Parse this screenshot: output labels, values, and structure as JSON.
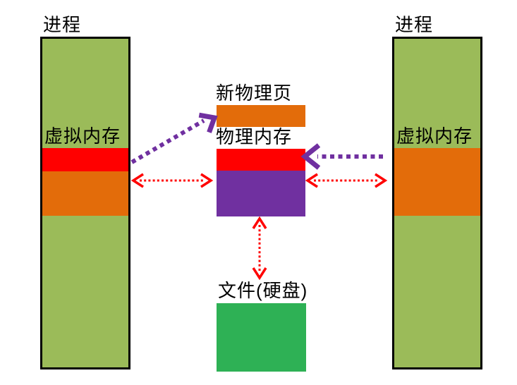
{
  "left_process": {
    "title": "进程",
    "vm_label": "虚拟内存",
    "segments": [
      {
        "name": "green-top",
        "color_key": "bar_green"
      },
      {
        "name": "red-private-page",
        "color_key": "red"
      },
      {
        "name": "orange-mapped",
        "color_key": "orange"
      },
      {
        "name": "green-bottom",
        "color_key": "bar_green"
      }
    ]
  },
  "right_process": {
    "title": "进程",
    "vm_label": "虚拟内存",
    "segments": [
      {
        "name": "green-top",
        "color_key": "bar_green"
      },
      {
        "name": "orange-mapped",
        "color_key": "orange"
      },
      {
        "name": "green-bottom",
        "color_key": "bar_green"
      }
    ]
  },
  "center": {
    "new_page_label": "新物理页",
    "physical_label": "物理内存",
    "file_label": "文件(硬盘)"
  },
  "colors": {
    "bar_green": "#9bbb59",
    "red": "#ff0000",
    "orange": "#e36c0a",
    "purple_block": "#7030a0",
    "file_green": "#2eb155",
    "arrow_purple": "#7030a0",
    "arrow_red": "#ff0000",
    "border_black": "#000000"
  }
}
